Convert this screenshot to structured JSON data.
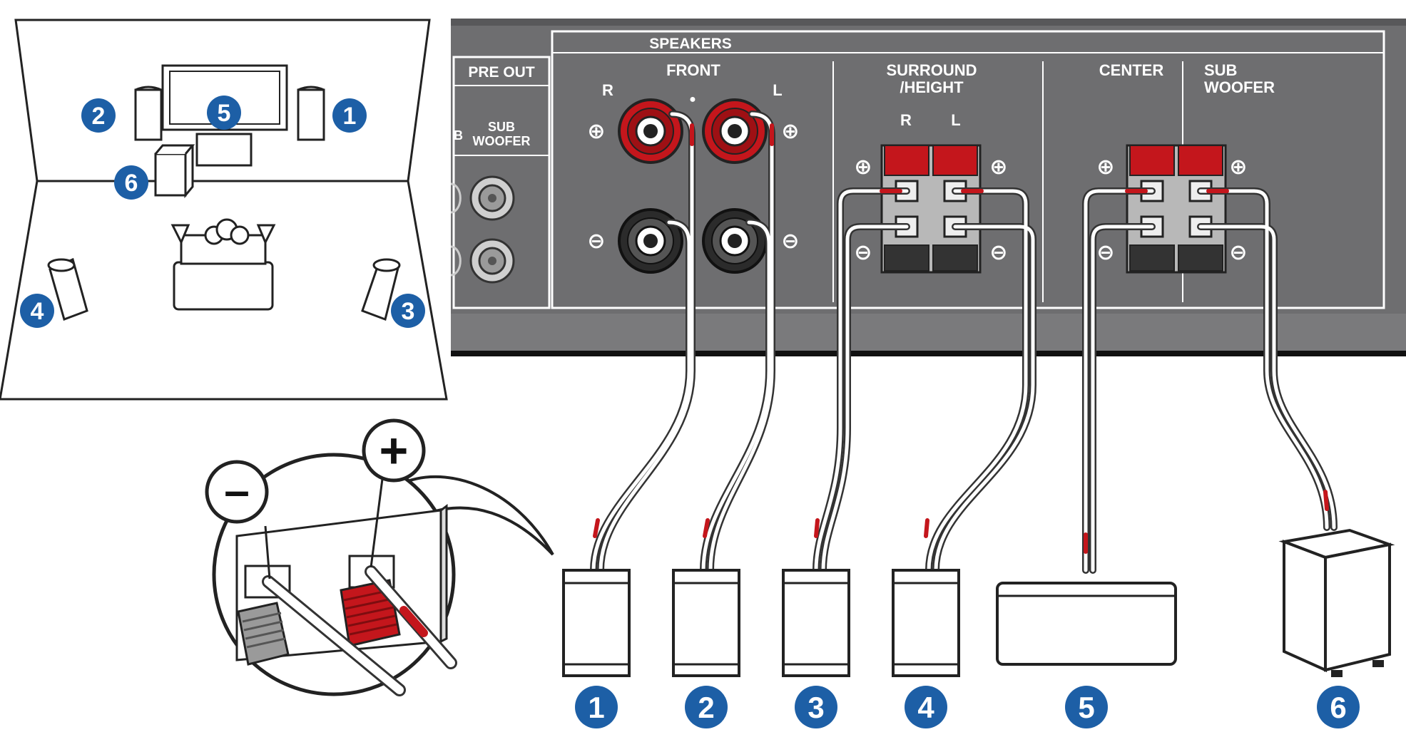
{
  "panel": {
    "speakers_label": "SPEAKERS",
    "pre_out_label": "PRE OUT",
    "pre_out_sub_line1": "SUB",
    "pre_out_sub_line2": "WOOFER",
    "partial_label": "B",
    "front": {
      "label": "FRONT",
      "r": "R",
      "l": "L",
      "dot": "●"
    },
    "surround": {
      "label_line1": "SURROUND",
      "label_line2": "/HEIGHT",
      "r": "R",
      "l": "L"
    },
    "center": {
      "label": "CENTER"
    },
    "subwoofer": {
      "label_line1": "SUB",
      "label_line2": "WOOFER"
    }
  },
  "symbols": {
    "plus": "⊕",
    "minus": "⊖"
  },
  "detail": {
    "plus": "+",
    "minus": "–"
  },
  "room": {
    "numbers": [
      "1",
      "2",
      "3",
      "4",
      "5",
      "6"
    ]
  },
  "speakers": {
    "numbers": [
      "1",
      "2",
      "3",
      "4",
      "5",
      "6"
    ]
  },
  "colors": {
    "panel_fill": "#6e6e70",
    "panel_dark": "#4a4a4c",
    "badge_blue": "#1d5fa6",
    "accent_red": "#c4161c",
    "terminal_black": "#222222",
    "wire_gray": "#8a8a8a"
  }
}
